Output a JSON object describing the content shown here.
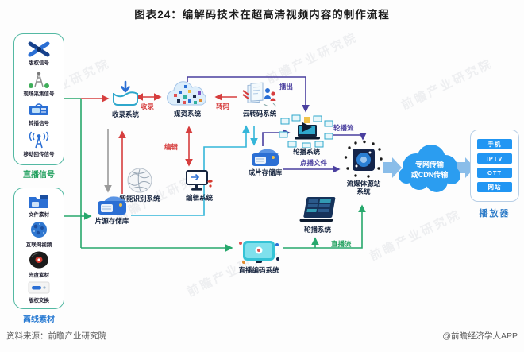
{
  "title": "图表24：编解码技术在超高清视频内容的制作流程",
  "watermark": "前瞻产业研究院",
  "footer": {
    "source": "资料来源：前瞻产业研究院",
    "credit": "@前瞻经济学人APP"
  },
  "groups": {
    "live": {
      "caption": "直播信号",
      "items": [
        "版权信号",
        "现场采集信号",
        "转播信号",
        "移动回传信号"
      ]
    },
    "offline": {
      "caption": "离线素材",
      "items": [
        "文件素材",
        "互联网视频",
        "光盘素材",
        "版权交换"
      ]
    }
  },
  "nodes": {
    "ingest": "收录系统",
    "media_asset": "媒资系统",
    "cloud_transcode": "云转码系统",
    "carousel_top": "轮播系统",
    "finished_storage": "成片存储库",
    "ai_recognition": "智能识别系统",
    "editing": "编辑系统",
    "source_storage": "片源存储库",
    "stream_origin": "流媒体源站系统",
    "carousel_bottom": "轮播系统",
    "live_encoder": "直播编码系统"
  },
  "edges": {
    "ingest": "收录",
    "transcode": "转码",
    "edit": "编辑",
    "broadcast": "播出",
    "carousel_stream": "轮播流",
    "vod_file": "点播文件",
    "live_stream": "直播流"
  },
  "transmission": {
    "line1": "专网传输",
    "line2": "或CDN传输"
  },
  "player": {
    "caption": "播放器",
    "channels": [
      "手机",
      "IPTV",
      "OTT",
      "网站"
    ]
  },
  "colors": {
    "red": "#d63e3e",
    "green": "#27a86c",
    "cyan": "#35b6d9",
    "purple": "#4a3f9f",
    "gray": "#9a9a9a",
    "cloud_blue": "#2b9df0",
    "button_blue": "#2196f3",
    "box_border_teal": "#54b9a3"
  }
}
